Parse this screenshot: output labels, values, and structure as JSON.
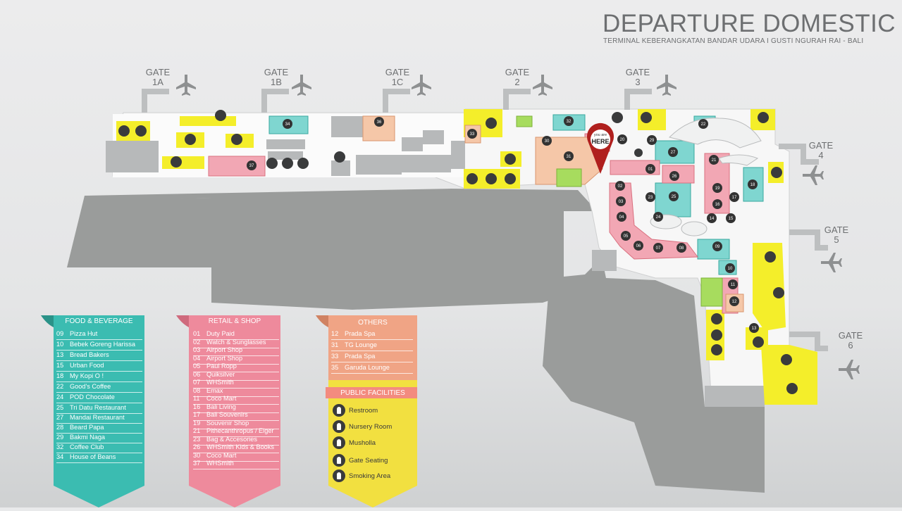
{
  "header": {
    "title": "DEPARTURE DOMESTIC",
    "subtitle": "TERMINAL KEBERANGKATAN  BANDAR UDARA I GUSTI NGURAH RAI - BALI"
  },
  "gates": [
    {
      "line1": "GATE",
      "line2": "1A"
    },
    {
      "line1": "GATE",
      "line2": "1B"
    },
    {
      "line1": "GATE",
      "line2": "1C"
    },
    {
      "line1": "GATE",
      "line2": "2"
    },
    {
      "line1": "GATE",
      "line2": "3"
    },
    {
      "line1": "GATE",
      "line2": "4"
    },
    {
      "line1": "GATE",
      "line2": "5"
    },
    {
      "line1": "GATE",
      "line2": "6"
    }
  ],
  "you_are_here": {
    "line1": "you are",
    "line2": "HERE"
  },
  "map_labels": [
    "34",
    "36",
    "33",
    "32",
    "30",
    "31",
    "37",
    "27",
    "20",
    "29",
    "21",
    "26",
    "25",
    "23",
    "24",
    "22",
    "19",
    "18",
    "17",
    "16",
    "15",
    "14",
    "13",
    "12",
    "11",
    "10",
    "09",
    "08",
    "07",
    "06",
    "05",
    "04",
    "03",
    "02",
    "01"
  ],
  "legend": {
    "food": {
      "title": "FOOD & BEVERAGE",
      "items": [
        {
          "num": "09",
          "name": "Pizza Hut"
        },
        {
          "num": "10",
          "name": "Bebek Goreng Harissa"
        },
        {
          "num": "13",
          "name": "Bread Bakers"
        },
        {
          "num": "15",
          "name": "Urban Food"
        },
        {
          "num": "18",
          "name": "My Kopi O !"
        },
        {
          "num": "22",
          "name": "Good's Coffee"
        },
        {
          "num": "24",
          "name": "POD Chocolate"
        },
        {
          "num": "25",
          "name": "Tri Datu Restaurant"
        },
        {
          "num": "27",
          "name": "Mandai Restaurant"
        },
        {
          "num": "28",
          "name": "Beard Papa"
        },
        {
          "num": "29",
          "name": "Bakmi Naga"
        },
        {
          "num": "32",
          "name": "Coffee Club"
        },
        {
          "num": "34",
          "name": "House of Beans"
        }
      ]
    },
    "retail": {
      "title": "RETAIL & SHOP",
      "items": [
        {
          "num": "01",
          "name": "Duty Paid"
        },
        {
          "num": "02",
          "name": "Watch & Sunglasses"
        },
        {
          "num": "03",
          "name": "Airport Shop"
        },
        {
          "num": "04",
          "name": "Airport Shop"
        },
        {
          "num": "05",
          "name": "Paul Ropp"
        },
        {
          "num": "06",
          "name": "Quiksilver"
        },
        {
          "num": "07",
          "name": "WHSmith"
        },
        {
          "num": "08",
          "name": "Emax"
        },
        {
          "num": "11",
          "name": "Coco Mart"
        },
        {
          "num": "16",
          "name": "Bali Living"
        },
        {
          "num": "17",
          "name": "Bali Souvenirs"
        },
        {
          "num": "19",
          "name": "Souvenir Shop"
        },
        {
          "num": "21",
          "name": "Pithecanthropus / Eiger"
        },
        {
          "num": "23",
          "name": "Bag & Accesories"
        },
        {
          "num": "26",
          "name": "WHSmith Kids & Books"
        },
        {
          "num": "30",
          "name": "Coco Mart"
        },
        {
          "num": "37",
          "name": "WHSmith"
        }
      ]
    },
    "others": {
      "title": "OTHERS",
      "items": [
        {
          "num": "12",
          "name": "Prada Spa"
        },
        {
          "num": "31",
          "name": "TG Lounge"
        },
        {
          "num": "33",
          "name": "Prada Spa"
        },
        {
          "num": "35",
          "name": "Garuda Lounge"
        }
      ]
    },
    "facilities": {
      "title": "PUBLIC FACILITIES",
      "items": [
        {
          "name": "Restroom",
          "icon": "restroom-icon"
        },
        {
          "name": "Nursery Room",
          "icon": "nursery-icon"
        },
        {
          "name": "Musholla",
          "icon": "musholla-icon"
        },
        {
          "name": "Gate Seating",
          "icon": "gate-seating-icon"
        },
        {
          "name": "Smoking Area",
          "icon": "smoking-area-icon"
        }
      ]
    }
  },
  "colors": {
    "food": "#3bbcb1",
    "retail": "#ee8a9c",
    "others": "#f0a485",
    "facilities": "#f2e040",
    "facilities_banner": "#f38b7f",
    "pin": "#b0201e",
    "apron": "#9a9c9b",
    "yellow_zone": "#f4ee2a"
  }
}
